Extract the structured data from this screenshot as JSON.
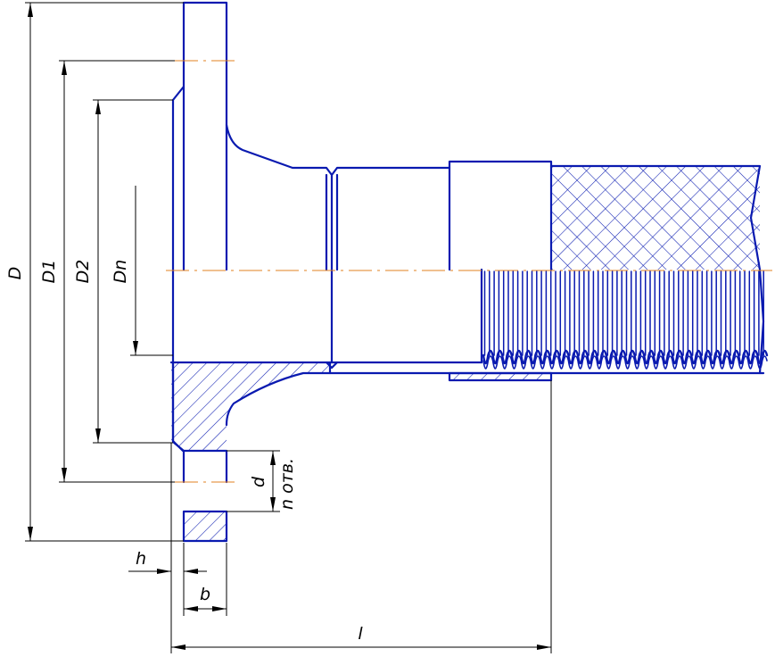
{
  "colors": {
    "outline": "#0a1ab0",
    "dimension": "#000000",
    "axis": "#e08020",
    "background": "#ffffff"
  },
  "labels": {
    "D": "D",
    "D1": "D1",
    "D2": "D2",
    "Dn": "Dn",
    "d": "d",
    "n_holes": "n отв.",
    "h": "h",
    "b": "b",
    "l": "l"
  }
}
